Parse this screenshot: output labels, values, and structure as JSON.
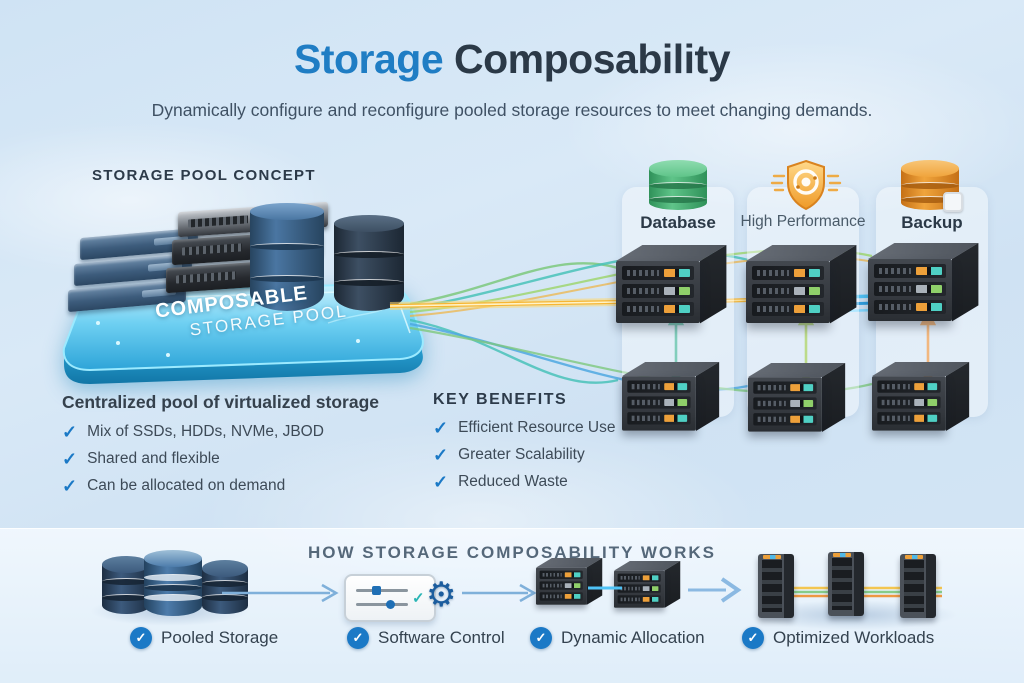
{
  "header": {
    "title_accent": "Storage",
    "title_rest": " Composability",
    "subtitle": "Dynamically configure and reconfigure pooled storage resources to meet changing demands."
  },
  "pool_section": {
    "heading": "STORAGE POOL CONCEPT",
    "platform_label_line1": "COMPOSABLE",
    "platform_label_line2": "STORAGE POOL",
    "description_heading": "Centralized pool of virtualized storage",
    "check_symbol": "✓",
    "items": [
      "Mix of SSDs, HDDs, NVMe, JBOD",
      "Shared and flexible",
      "Can be allocated on demand"
    ]
  },
  "benefits": {
    "heading": "KEY BENEFITS",
    "check_symbol": "✓",
    "items": [
      "Efficient Resource Use",
      "Greater Scalability",
      "Reduced Waste"
    ]
  },
  "workloads": {
    "columns": [
      {
        "label": "Database",
        "icon": "database-cylinder-green"
      },
      {
        "label": "High Performance",
        "icon": "performance-shield-orange"
      },
      {
        "label": "Backup",
        "icon": "backup-cylinder-orange"
      }
    ]
  },
  "how_it_works": {
    "heading": "HOW STORAGE COMPOSABILITY WORKS",
    "check_symbol": "✓",
    "gear_symbol": "⚙",
    "steps": [
      {
        "label": "Pooled Storage",
        "icon": "pooled-storage-cylinders"
      },
      {
        "label": "Software Control",
        "icon": "software-control-panel"
      },
      {
        "label": "Dynamic Allocation",
        "icon": "linked-servers"
      },
      {
        "label": "Optimized Workloads",
        "icon": "server-towers"
      }
    ]
  },
  "colors": {
    "accent_blue": "#1f7dc4",
    "dark_navy": "#2b3947",
    "check_blue": "#1b79c6",
    "database_green": "#4cb878",
    "backup_orange": "#e8952e",
    "stream_green": "#7dc87d",
    "stream_teal": "#49c2b8",
    "stream_yellow": "#f5c23e",
    "stream_orange": "#ef8f2e",
    "platform_cyan": "#49bdec"
  }
}
